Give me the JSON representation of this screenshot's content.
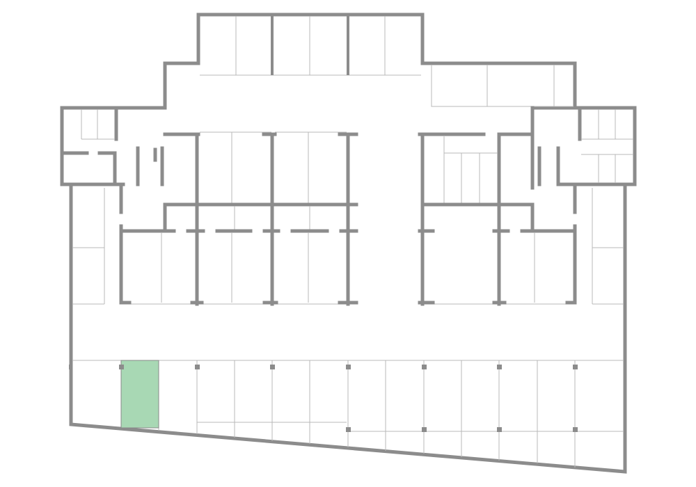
{
  "diagram": {
    "type": "floor-plan-parking",
    "highlight_color": "#a8d8b4",
    "wall_color": "#8c8c8c",
    "line_color": "#b8b8b8",
    "highlighted_stall": {
      "row": "bottom",
      "index": 1
    }
  }
}
